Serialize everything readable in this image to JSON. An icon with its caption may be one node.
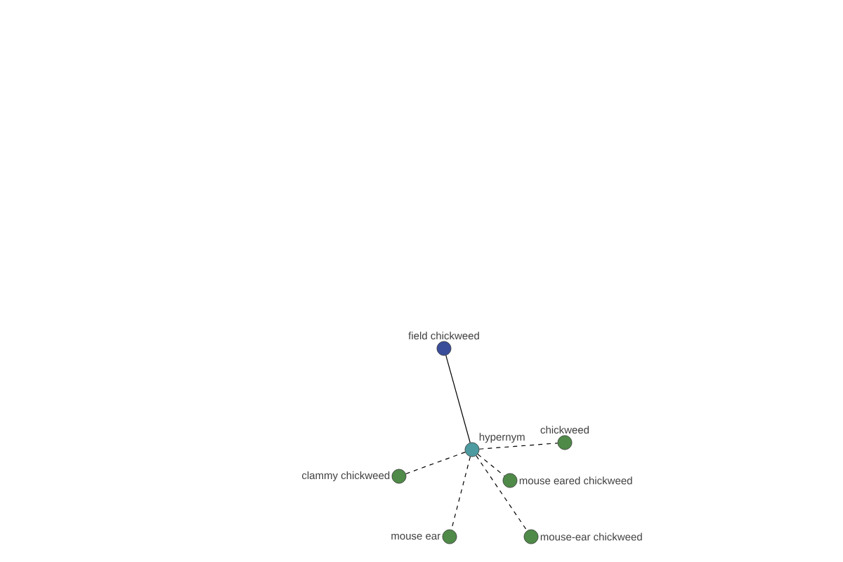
{
  "diagram": {
    "nodes": [
      {
        "text": [
          "field chickweed"
        ]
      },
      {
        "text": [
          "hypernym"
        ]
      },
      {
        "text": [
          "chickweed"
        ]
      },
      {
        "text": [
          "clammy chickweed"
        ]
      },
      {
        "text": [
          "mouse eared chickweed"
        ]
      },
      {
        "text": [
          "mouse ear"
        ]
      },
      {
        "text": [
          "mouse-ear chickweed"
        ]
      }
    ],
    "edges": [
      {
        "from": 0,
        "to": 1,
        "arrow": "none"
      },
      {
        "from": 1,
        "to": 2,
        "arrow": "none",
        "style": "dashed"
      },
      {
        "from": 1,
        "to": 3,
        "arrow": "none",
        "style": "dashed"
      },
      {
        "from": 1,
        "to": 4,
        "arrow": "none",
        "style": "dashed"
      },
      {
        "from": 1,
        "to": 5,
        "arrow": "none",
        "style": "dashed"
      },
      {
        "from": 1,
        "to": 6,
        "arrow": "none",
        "style": "dashed"
      }
    ]
  }
}
